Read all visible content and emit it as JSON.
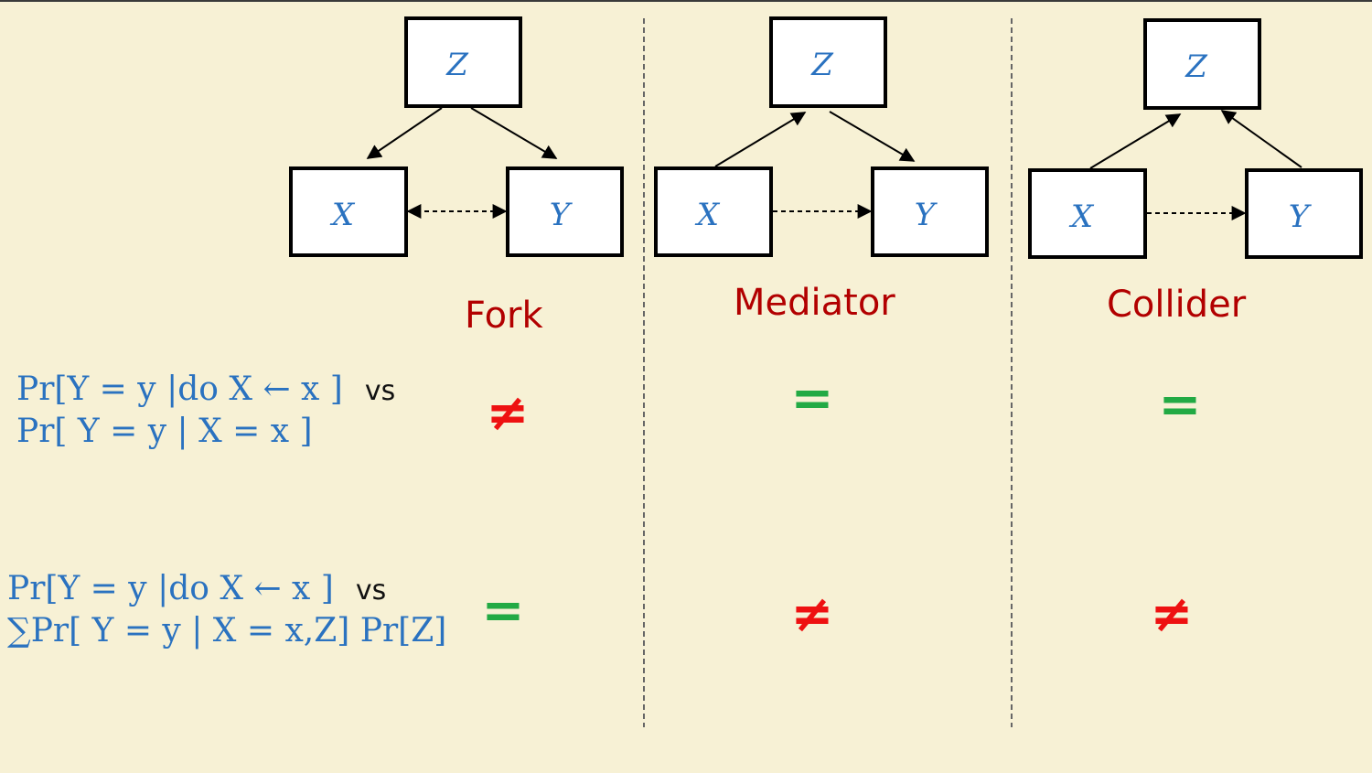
{
  "columns": [
    {
      "title": "Fork",
      "nodes": {
        "z": "Z",
        "x": "X",
        "y": "Y"
      },
      "interventional_vs_conditional": "≠",
      "interventional_vs_adjusted": "="
    },
    {
      "title": "Mediator",
      "nodes": {
        "z": "Z",
        "x": "X",
        "y": "Y"
      },
      "interventional_vs_conditional": "=",
      "interventional_vs_adjusted": "≠"
    },
    {
      "title": "Collider",
      "nodes": {
        "z": "Z",
        "x": "X",
        "y": "Y"
      },
      "interventional_vs_conditional": "=",
      "interventional_vs_adjusted": "≠"
    }
  ],
  "comparisons": [
    {
      "line1": "Pr[Y = y |do X ← x ]",
      "vs": "vs",
      "line2": "Pr[ Y = y | X = x ]"
    },
    {
      "line1": "Pr[Y = y |do X ← x ]",
      "vs": "vs",
      "line2": "∑Pr[ Y = y | X = x,Z] Pr[Z]"
    }
  ],
  "colors": {
    "background": "#f7f1d5",
    "variable": "#2a72c0",
    "title": "#b20000",
    "not_equal": "#ee1111",
    "equal": "#22aa44"
  }
}
